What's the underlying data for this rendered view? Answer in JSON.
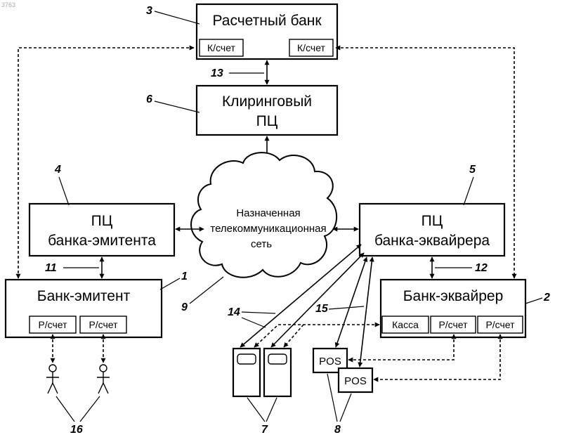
{
  "watermark": "3763",
  "nodes": {
    "settlement_bank": {
      "title": "Расчетный банк",
      "acc_left": "К/счет",
      "acc_right": "К/счет",
      "num": "3"
    },
    "clearing_pc": {
      "line1": "Клиринговый",
      "line2": "ПЦ",
      "num": "6"
    },
    "issuer_pc": {
      "line1": "ПЦ",
      "line2": "банка-эмитента",
      "num": "4"
    },
    "acquirer_pc": {
      "line1": "ПЦ",
      "line2": "банка-эквайрера",
      "num": "5"
    },
    "network": {
      "line1": "Назначенная",
      "line2": "телекоммуникационная",
      "line3": "сеть",
      "num": "9"
    },
    "issuer_bank": {
      "title": "Банк-эмитент",
      "acc1": "Р/счет",
      "acc2": "Р/счет",
      "num": "1"
    },
    "acquirer_bank": {
      "title": "Банк-эквайрер",
      "kassa": "Касса",
      "acc1": "Р/счет",
      "acc2": "Р/счет",
      "num": "2"
    },
    "pos1": {
      "label": "POS"
    },
    "pos2": {
      "label": "POS"
    }
  },
  "link_numbers": {
    "n11": "11",
    "n12": "12",
    "n13": "13",
    "n14": "14",
    "n15": "15",
    "n16": "16",
    "n7": "7",
    "n8": "8"
  }
}
